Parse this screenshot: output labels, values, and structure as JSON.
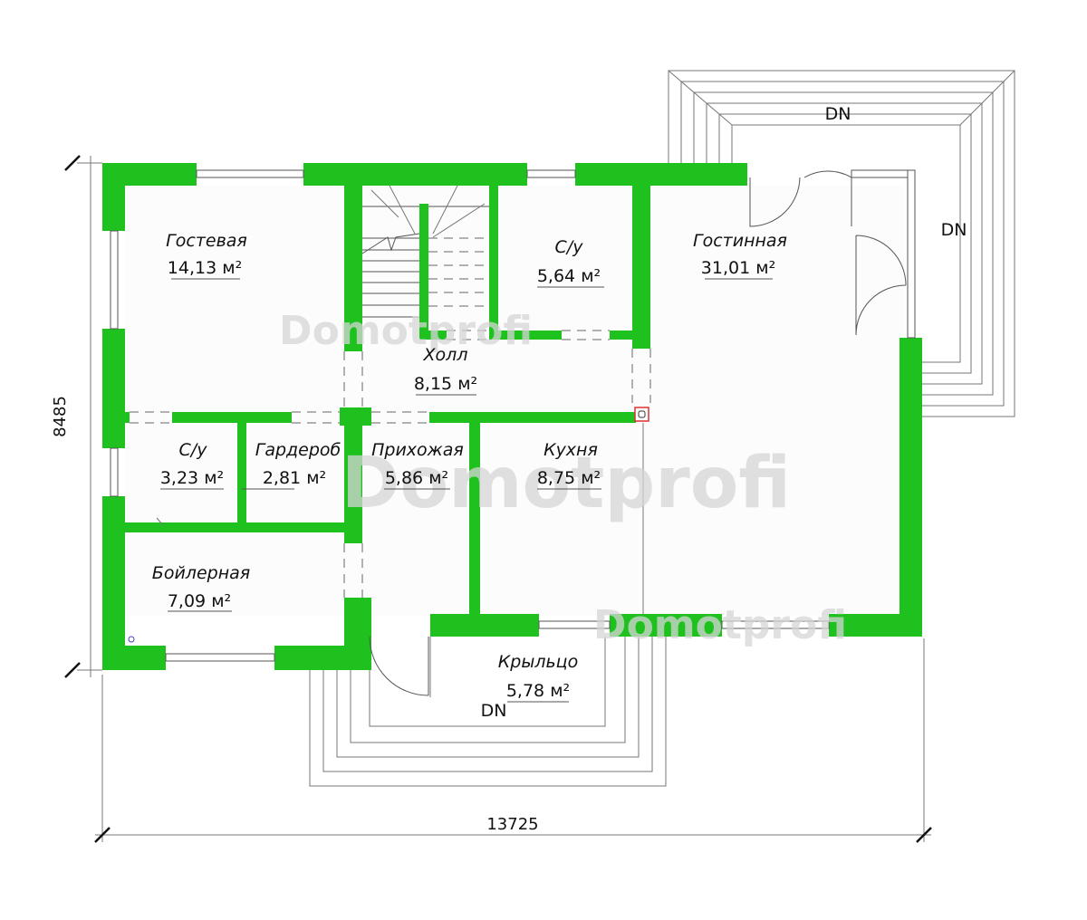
{
  "plan": {
    "watermark": "Domotprofi",
    "dimensions": {
      "height_label": "8485",
      "width_label": "13725"
    },
    "stairs_label": "DN",
    "rooms": [
      {
        "name": "Гостевая",
        "area": "14,13 м²"
      },
      {
        "name": "С/у",
        "area": "5,64 м²"
      },
      {
        "name": "Гостинная",
        "area": "31,01 м²"
      },
      {
        "name": "Холл",
        "area": "8,15 м²"
      },
      {
        "name": "С/у",
        "area": "3,23 м²"
      },
      {
        "name": "Гардероб",
        "area": "2,81 м²"
      },
      {
        "name": "Прихожая",
        "area": "5,86 м²"
      },
      {
        "name": "Кухня",
        "area": "8,75 м²"
      },
      {
        "name": "Бойлерная",
        "area": "7,09 м²"
      },
      {
        "name": "Крыльцо",
        "area": "5,78 м²"
      }
    ],
    "colors": {
      "walls": "#1fc11f",
      "column_marker": "#e03030"
    }
  }
}
